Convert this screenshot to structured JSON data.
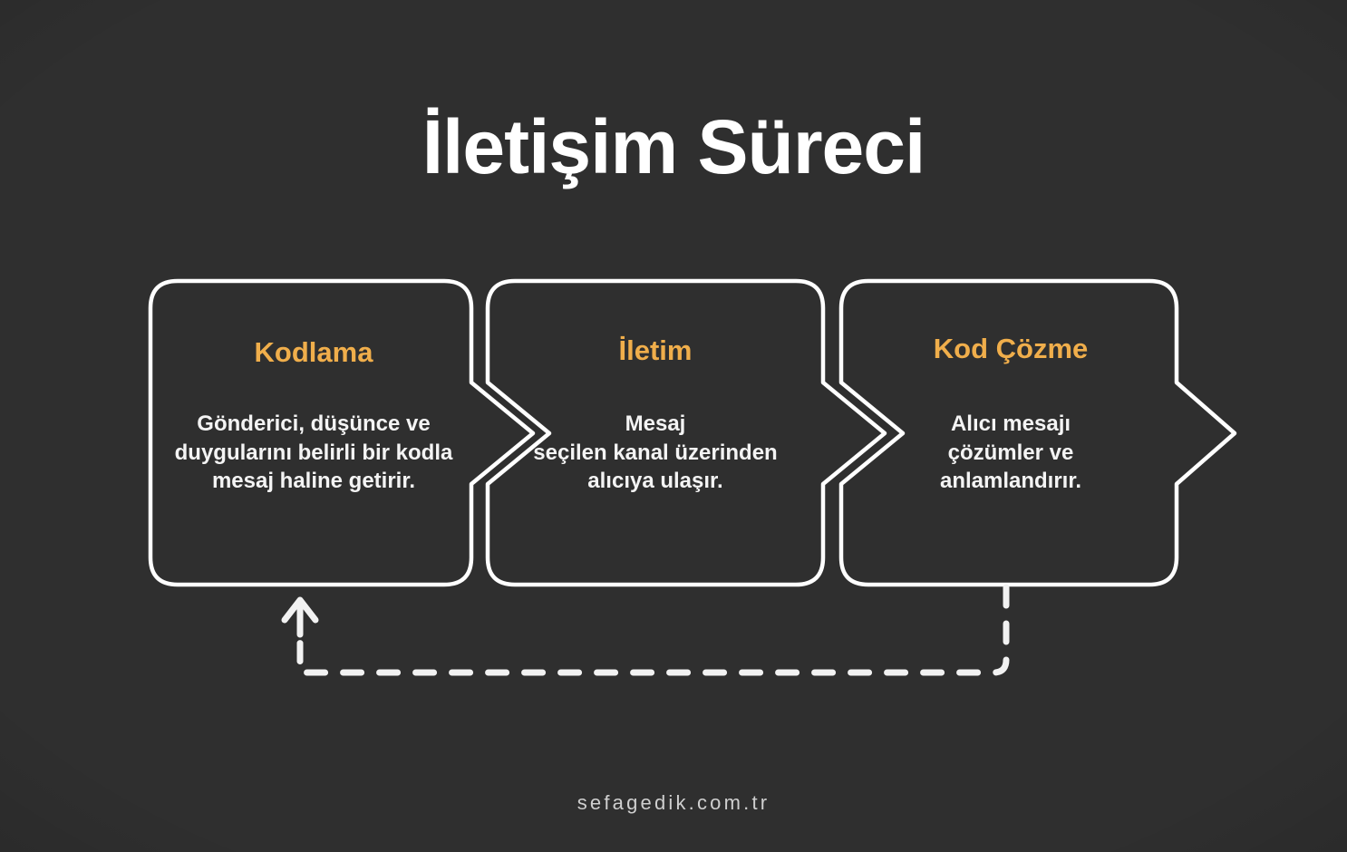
{
  "page": {
    "title": "İletişim Süreci",
    "background_color": "#2f2f2f",
    "accent_color": "#f0ae4b",
    "stroke_color": "#ffffff",
    "text_color": "#f4f4f4"
  },
  "steps": [
    {
      "id": "kodlama",
      "heading": "Kodlama",
      "body": "Gönderici, düşünce ve duygularını belirli bir kodla mesaj haline getirir."
    },
    {
      "id": "iletim",
      "heading": "İletim",
      "body": "Mesaj\nseçilen kanal üzerinden\nalıcıya ulaşır."
    },
    {
      "id": "kod-cozme",
      "heading": "Kod Çözme",
      "body": "Alıcı mesajı\nçözümler ve\nanlamlandırır."
    }
  ],
  "feedback_loop": {
    "style": "dashed",
    "direction": "right-to-left",
    "arrow_head": "up"
  },
  "footer": {
    "url": "sefagedik.com.tr"
  }
}
